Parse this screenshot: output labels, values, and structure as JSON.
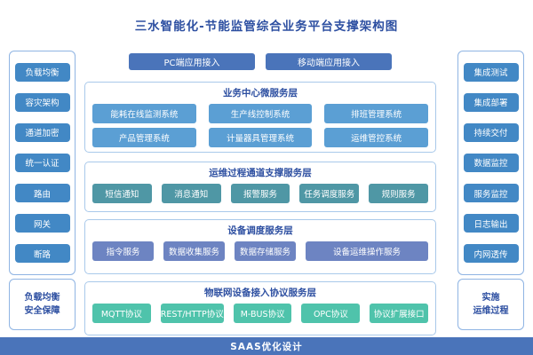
{
  "title": "三水智能化-节能监管综合业务平台支撑架构图",
  "colors": {
    "title-text": "#2d4fa1",
    "panel-border": "#8fb4e3",
    "layer-border": "#a9c9ea",
    "side-btn": "#4288c5",
    "top-btn": "#4a74ba",
    "layer1-btn": "#5b9fd4",
    "layer2-btn": "#4f97a5",
    "layer3-btn": "#6d84c2",
    "layer4-btn": "#4fc3ab",
    "bottom-bar": "#4a74ba"
  },
  "left_sidebar": {
    "items": [
      "负载均衡",
      "容灾架构",
      "通道加密",
      "统一认证",
      "路由",
      "网关",
      "断路"
    ]
  },
  "left_footer": {
    "line1": "负载均衡",
    "line2": "安全保障"
  },
  "right_sidebar": {
    "items": [
      "集成测试",
      "集成部署",
      "持续交付",
      "数据监控",
      "服务监控",
      "日志输出",
      "内网透传"
    ]
  },
  "right_footer": {
    "line1": "实施",
    "line2": "运维过程"
  },
  "top_access": {
    "pc": "PC端应用接入",
    "mobile": "移动端应用接入"
  },
  "layers": [
    {
      "title": "业务中心微服务层",
      "rows": [
        [
          "能耗在线监测系统",
          "生产线控制系统",
          "排班管理系统"
        ],
        [
          "产品管理系统",
          "计量器具管理系统",
          "运维管控系统"
        ]
      ]
    },
    {
      "title": "运维过程通道支撑服务层",
      "rows": [
        [
          "短信通知",
          "消息通知",
          "报警服务",
          "任务调度服务",
          "规则服务"
        ]
      ]
    },
    {
      "title": "设备调度服务层",
      "rows": [
        [
          "指令服务",
          "数据收集服务",
          "数据存储服务",
          "设备运维操作服务"
        ]
      ]
    },
    {
      "title": "物联网设备接入协议服务层",
      "rows": [
        [
          "MQTT协议",
          "REST/HTTP协议",
          "M-BUS协议",
          "OPC协议",
          "协议扩展接口"
        ]
      ]
    }
  ],
  "bottom_bar": "SAAS优化设计"
}
